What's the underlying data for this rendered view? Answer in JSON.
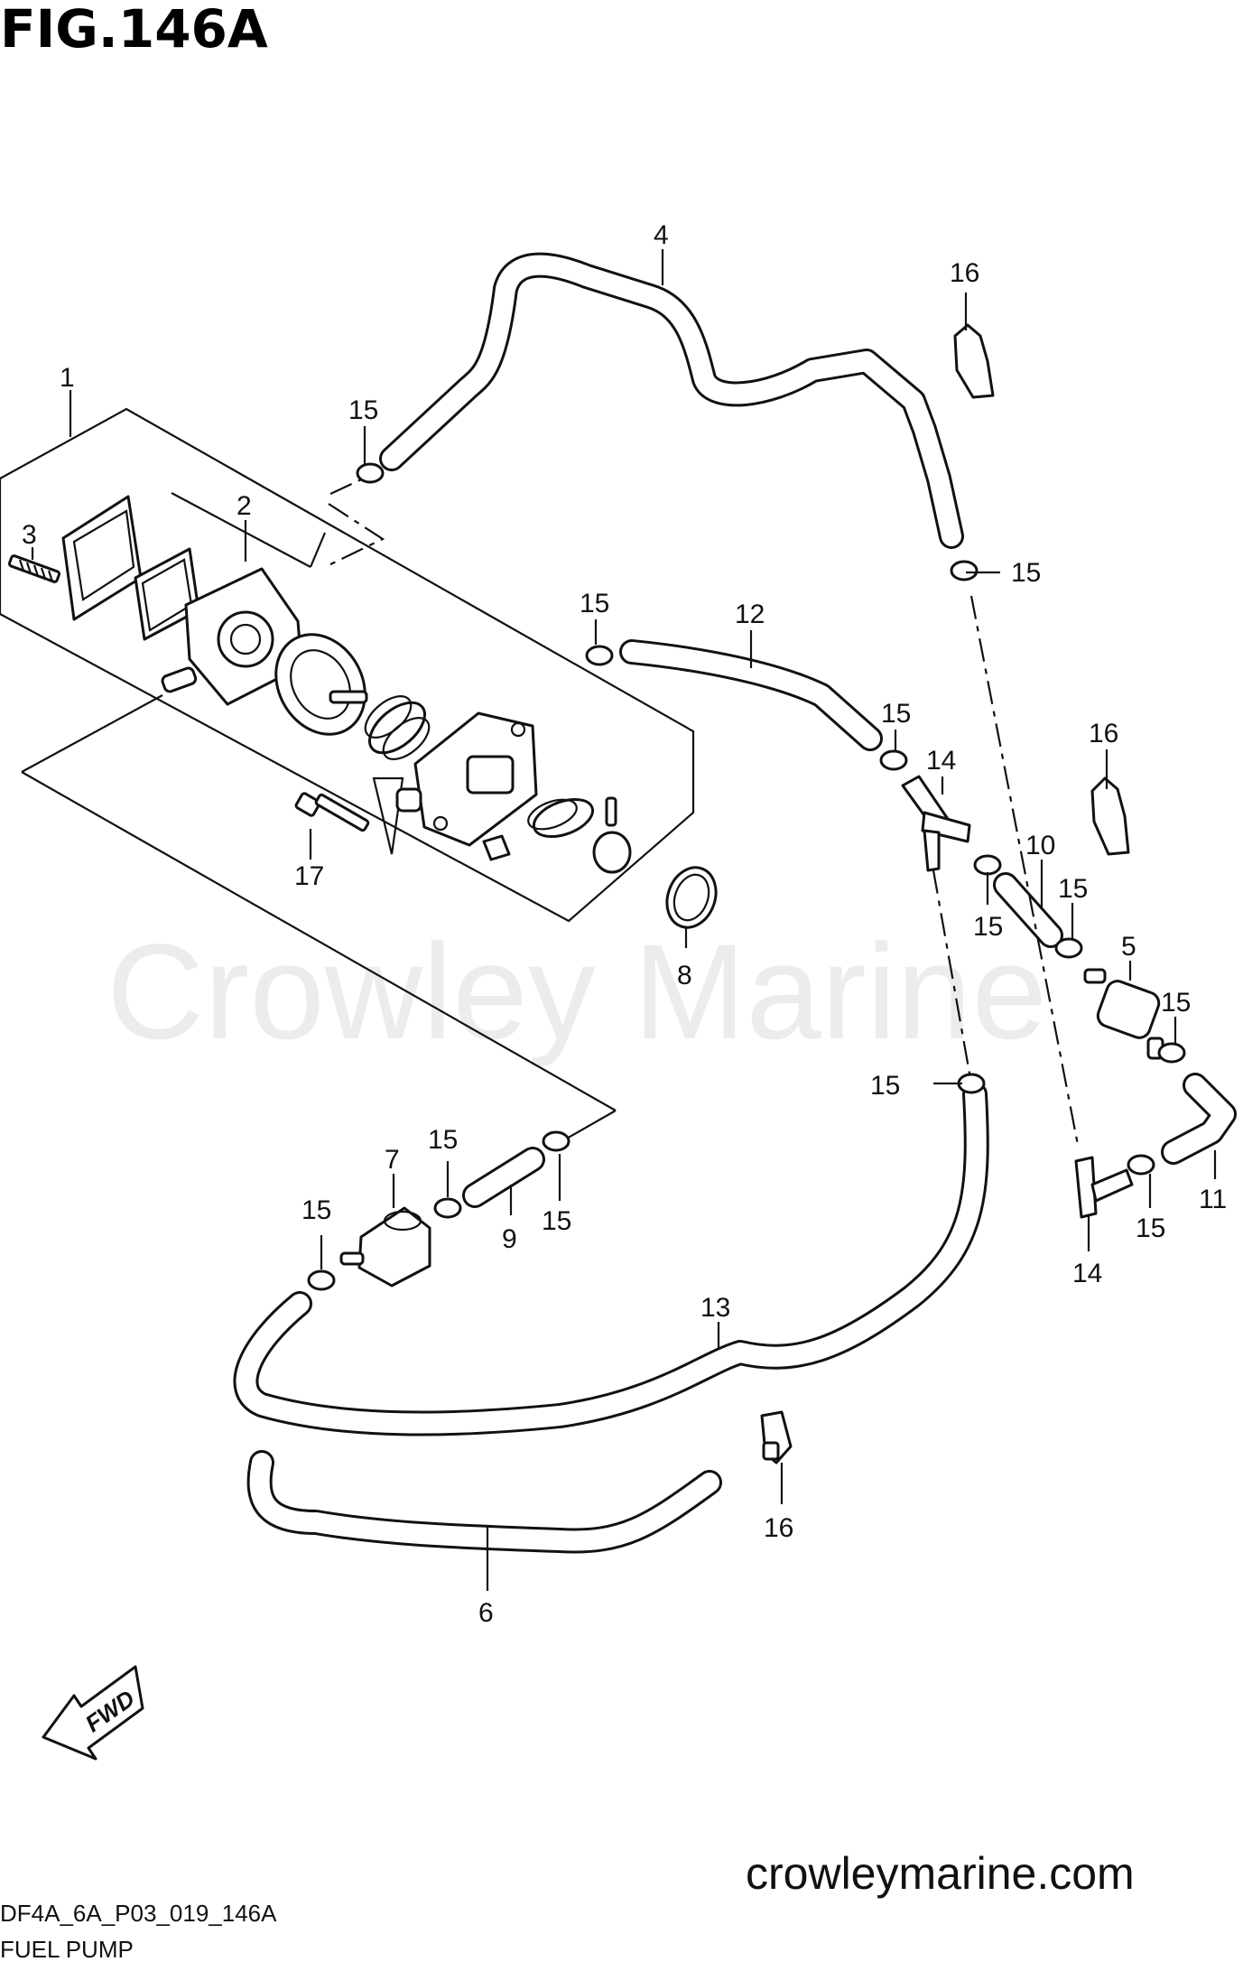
{
  "figure": {
    "title": "FIG.146A",
    "code": "DF4A_6A_P03_019_146A",
    "caption": "FUEL PUMP",
    "website": "crowleymarine.com",
    "watermark": "Crowley Marine",
    "fwd_label": "FWD"
  },
  "callouts": [
    {
      "id": "c1",
      "label": "1"
    },
    {
      "id": "c2",
      "label": "2"
    },
    {
      "id": "c3",
      "label": "3"
    },
    {
      "id": "c4",
      "label": "4"
    },
    {
      "id": "c5",
      "label": "5"
    },
    {
      "id": "c6",
      "label": "6"
    },
    {
      "id": "c7",
      "label": "7"
    },
    {
      "id": "c8",
      "label": "8"
    },
    {
      "id": "c9",
      "label": "9"
    },
    {
      "id": "c10",
      "label": "10"
    },
    {
      "id": "c11",
      "label": "11"
    },
    {
      "id": "c12",
      "label": "12"
    },
    {
      "id": "c13",
      "label": "13"
    },
    {
      "id": "c14a",
      "label": "14"
    },
    {
      "id": "c14b",
      "label": "14"
    },
    {
      "id": "c15a",
      "label": "15"
    },
    {
      "id": "c15b",
      "label": "15"
    },
    {
      "id": "c15c",
      "label": "15"
    },
    {
      "id": "c15d",
      "label": "15"
    },
    {
      "id": "c15e",
      "label": "15"
    },
    {
      "id": "c15f",
      "label": "15"
    },
    {
      "id": "c15g",
      "label": "15"
    },
    {
      "id": "c15h",
      "label": "15"
    },
    {
      "id": "c15i",
      "label": "15"
    },
    {
      "id": "c15j",
      "label": "15"
    },
    {
      "id": "c15k",
      "label": "15"
    },
    {
      "id": "c15l",
      "label": "15"
    },
    {
      "id": "c16a",
      "label": "16"
    },
    {
      "id": "c16b",
      "label": "16"
    },
    {
      "id": "c16c",
      "label": "16"
    },
    {
      "id": "c17",
      "label": "17"
    }
  ],
  "colors": {
    "ink": "#111111",
    "paper": "#ffffff",
    "watermark": "#ececec"
  }
}
